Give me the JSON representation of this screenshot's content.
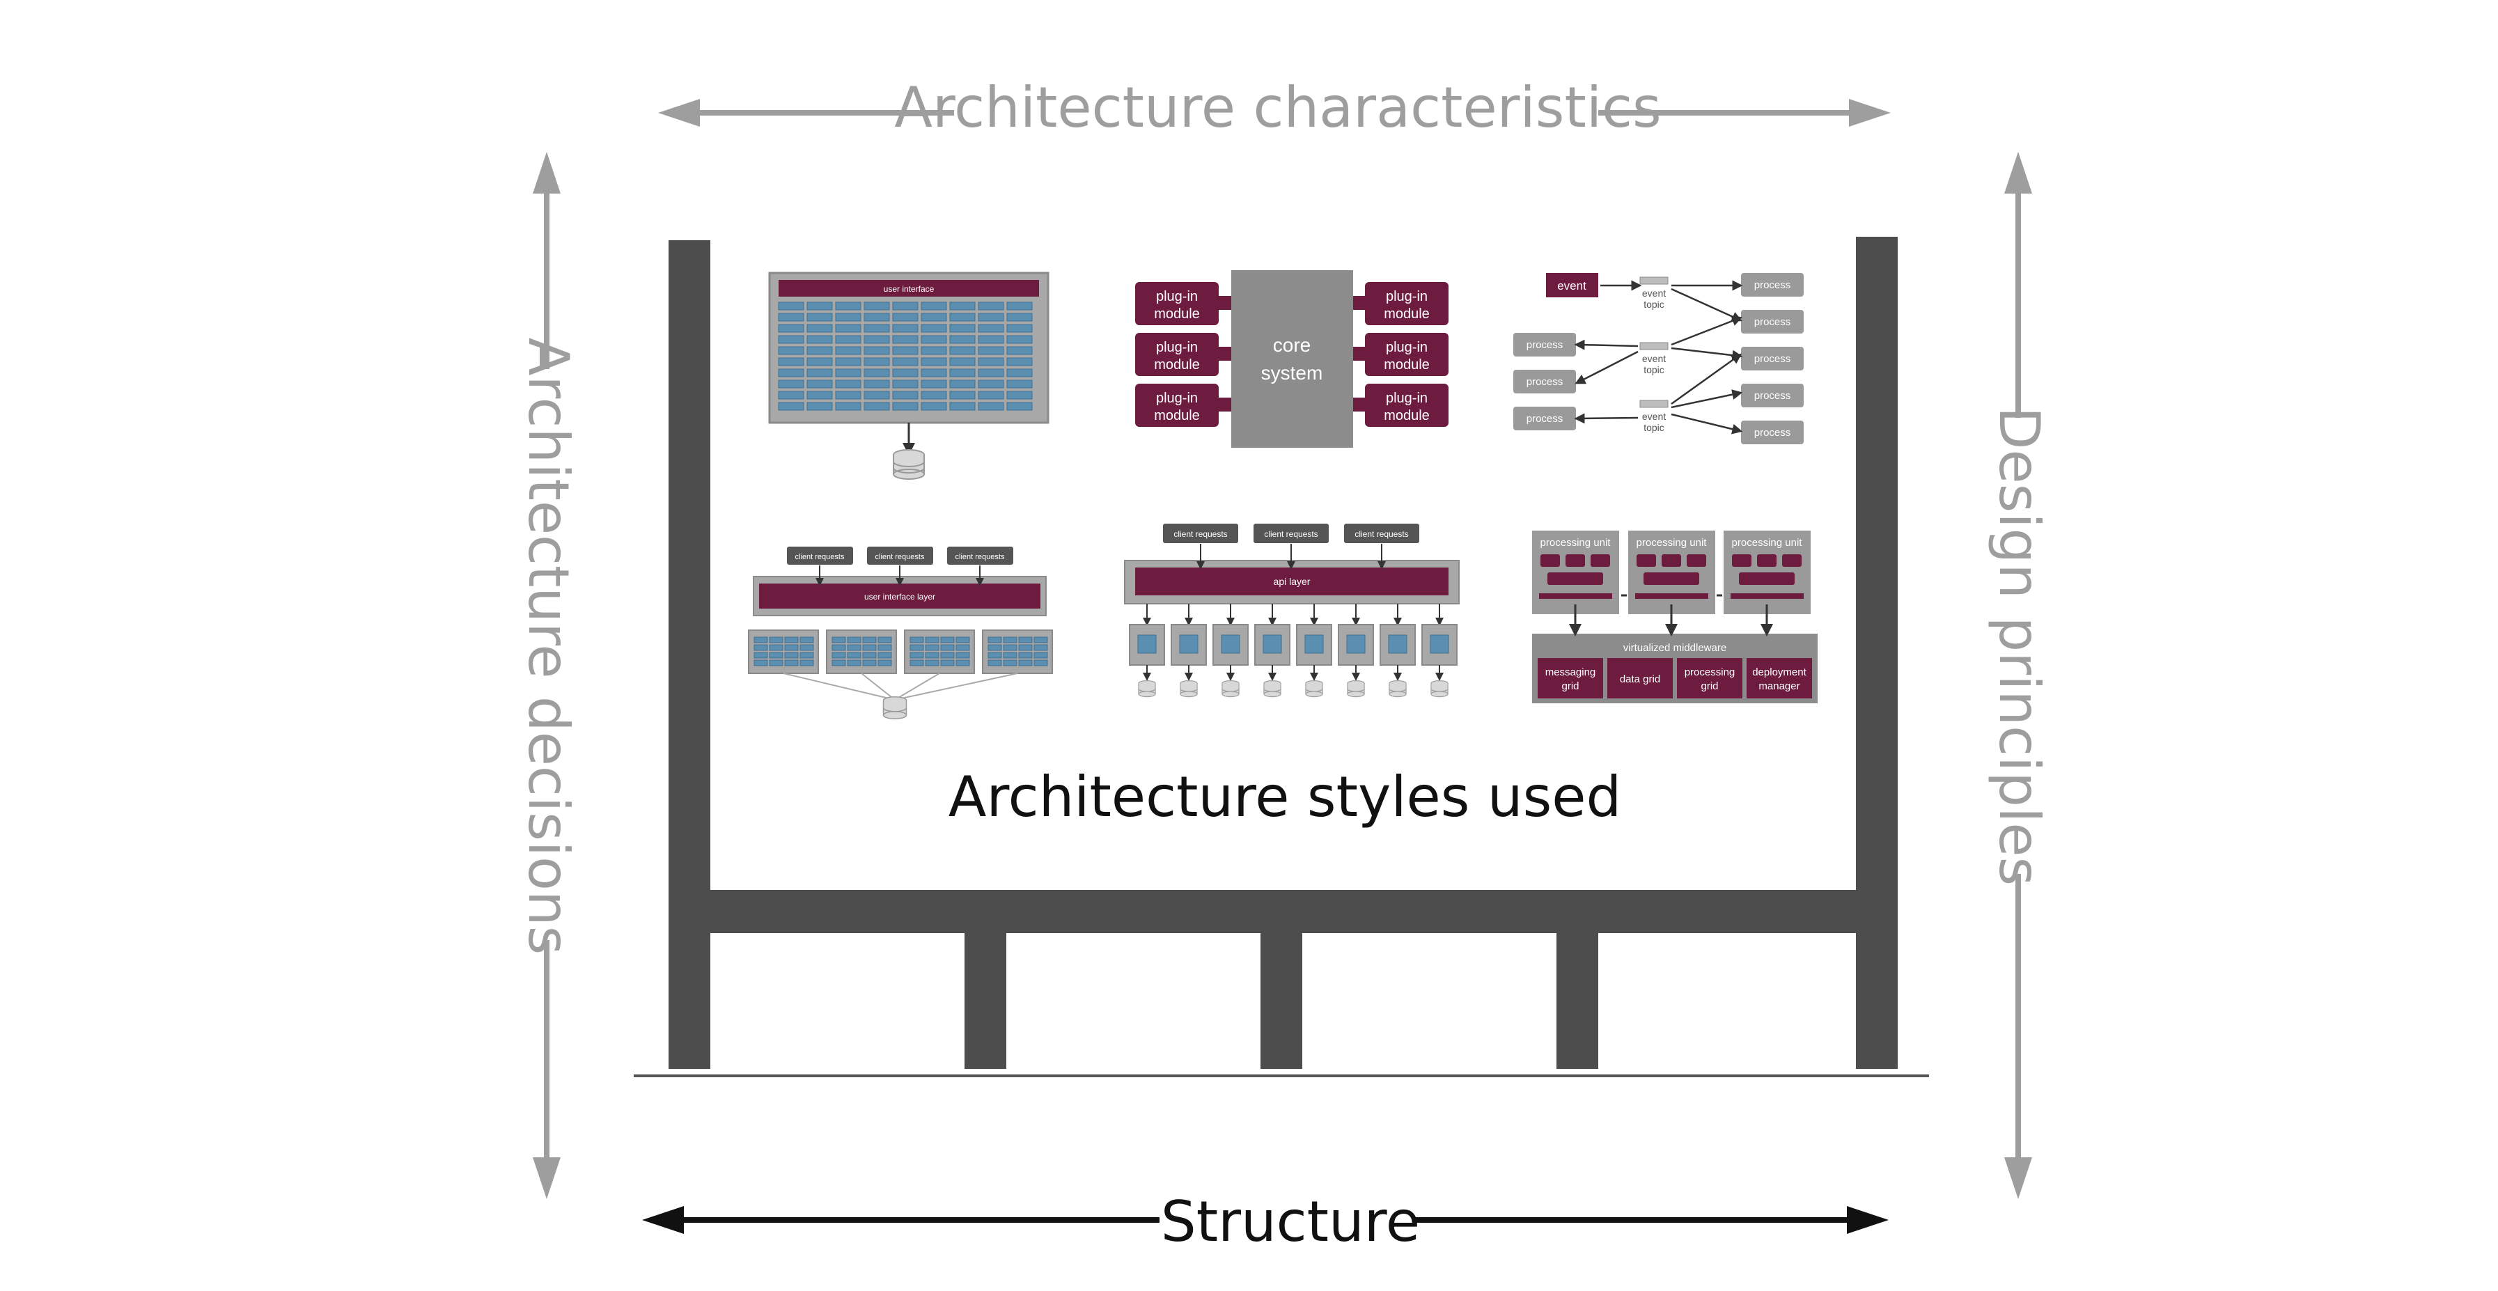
{
  "labels": {
    "top": "Architecture characteristics",
    "left": "Architecture decisions",
    "right": "Design principles",
    "bottom": "Structure",
    "center": "Architecture styles used"
  },
  "colors": {
    "frame": "#4d4d4d",
    "dimension_gray": "#9e9e9e",
    "maroon": "#6d1b3e",
    "panel_gray": "#8c8c8c",
    "light_panel": "#bdbdbd",
    "cell_blue": "#5b8fb2",
    "black": "#111111"
  },
  "styles": {
    "layered": {
      "header": "user interface"
    },
    "microkernel": {
      "core": [
        "core",
        "system"
      ],
      "plugin": [
        "plug-in",
        "module"
      ]
    },
    "event_driven": {
      "event": "event",
      "topic": [
        "event",
        "topic"
      ],
      "process": "process"
    },
    "service_based": {
      "requests": [
        "client requests",
        "client requests",
        "client requests"
      ],
      "layer": "user interface layer"
    },
    "microservices": {
      "requests": [
        "client requests",
        "client requests",
        "client requests"
      ],
      "layer": "api layer"
    },
    "space_based": {
      "unit": "processing unit",
      "middleware": "virtualized middleware",
      "grids": [
        [
          "messaging",
          "grid"
        ],
        [
          "data grid"
        ],
        [
          "processing",
          "grid"
        ],
        [
          "deployment",
          "manager"
        ]
      ]
    }
  },
  "icons": {
    "database": "database-icon",
    "arrows": "arrow-icon"
  }
}
